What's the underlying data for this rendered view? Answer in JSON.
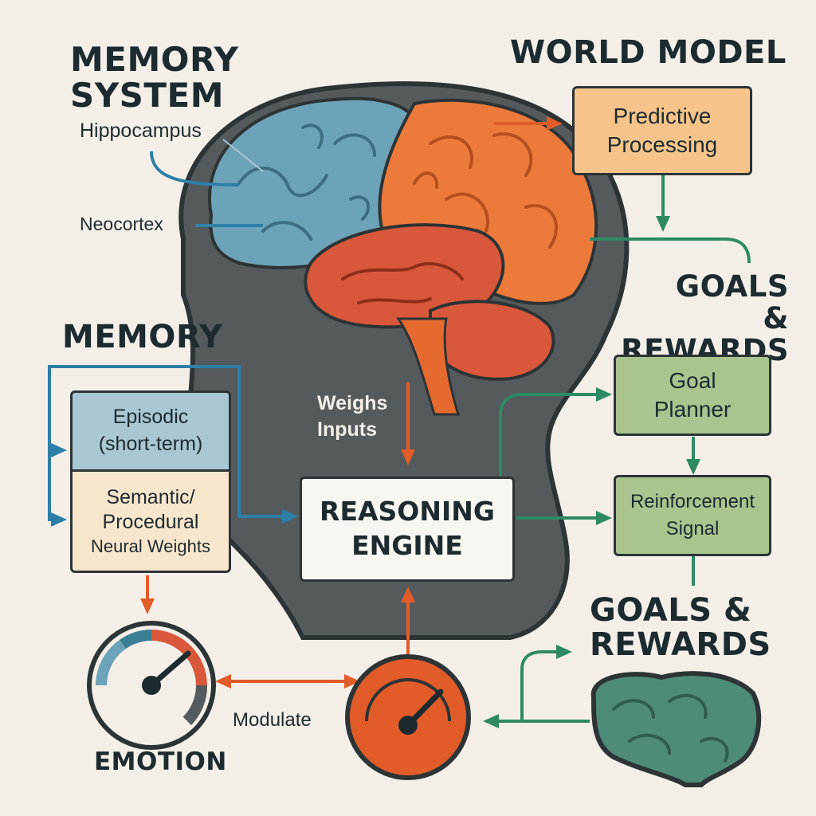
{
  "headings": {
    "memory_system": "MEMORY\nSYSTEM",
    "world_model": "WORLD MODEL",
    "goals_rewards_top": "GOALS\n& REWARDS",
    "memory": "MEMORY",
    "goals_rewards_bottom": "GOALS &\nREWARDS",
    "emotion": "EMOTION"
  },
  "labels": {
    "hippocampus": "Hippocampus",
    "neocortex": "Neocortex",
    "weighs_inputs": "Weighs\nInputs",
    "modulate": "Modulate"
  },
  "boxes": {
    "predictive_processing": "Predictive\nProcessing",
    "episodic": "Episodic\n(short-term)",
    "semantic_line1": "Semantic/\nProcedural",
    "semantic_line2": "Neural Weights",
    "reasoning_engine": "REASONING\nENGINE",
    "goal_planner": "Goal\nPlanner",
    "reinforcement_signal": "Reinforcement\nSignal"
  },
  "colors": {
    "background": "#f3efe8",
    "head": "#555a5d",
    "memory_blue": "#6da3b8",
    "cortex_orange": "#ec7a3a",
    "lobe_red": "#d9573a",
    "goal_green": "#a9c48e",
    "predictive_fill": "#f6c48a",
    "episodic_fill": "#a9c6d3",
    "semantic_fill": "#f7e6cc",
    "arrow_blue": "#2e7fa8",
    "arrow_orange": "#e25c2a",
    "arrow_green": "#2e8a64"
  }
}
